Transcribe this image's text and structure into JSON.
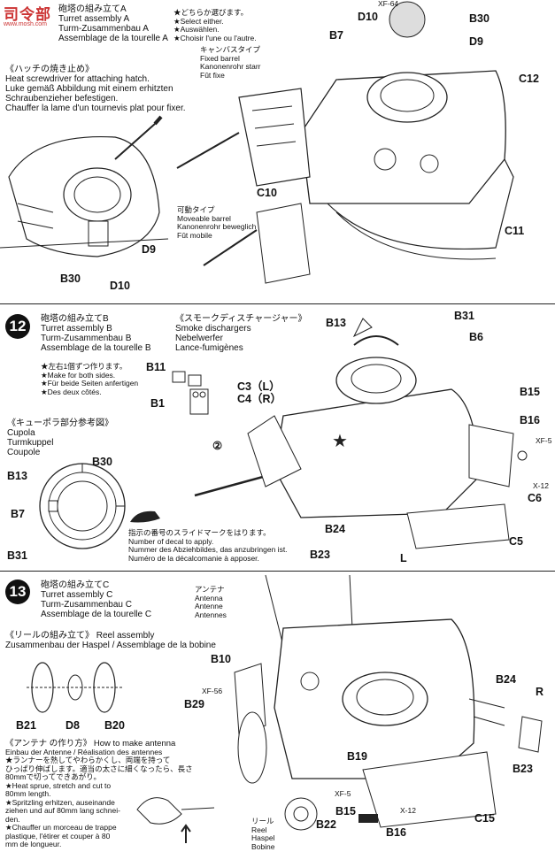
{
  "watermark": {
    "line1": "司令部",
    "line2": "www.mosh.com"
  },
  "step11": {
    "title_lines": [
      "砲塔の組み立てA",
      "Turret assembly A",
      "Turm-Zusammenbau A",
      "Assemblage de la tourelle A"
    ],
    "select_lines": [
      "★どちらか選びます。",
      "★Select either.",
      "★Auswählen.",
      "★Choisir l'une ou l'autre."
    ],
    "hatch_lines": [
      "《ハッチの焼き止め》",
      "Heat screwdriver for attaching hatch.",
      "Luke gemäß Abbildung mit einem erhitzten",
      "Schraubenzieher befestigen.",
      "Chauffer la lame d'un tournevis plat pour fixer."
    ],
    "fixed_lines": [
      "キャンバスタイプ",
      "Fixed barrel",
      "Kanonenrohr starr",
      "Fût fixe"
    ],
    "movable_lines": [
      "可動タイプ",
      "Moveable barrel",
      "Kanonenrohr beweglich",
      "Fût mobile"
    ],
    "parts": {
      "xf64": "XF-64",
      "d10": "D10",
      "b30": "B30",
      "b7": "B7",
      "d9": "D9",
      "c12": "C12",
      "c10": "C10",
      "c11": "C11",
      "d9b": "D9",
      "b30b": "B30",
      "d10b": "D10"
    }
  },
  "step12": {
    "number": "12",
    "title_lines": [
      "砲塔の組み立てB",
      "Turret assembly B",
      "Turm-Zusammenbau B",
      "Assemblage de la tourelle B"
    ],
    "make_lines": [
      "★左右1個ずつ作ります。",
      "★Make for both sides.",
      "★Für beide Seiten anfertigen",
      "★Des deux côtés."
    ],
    "smoke_lines": [
      "《スモークディスチャージャー》",
      "Smoke dischargers",
      "Nebelwerfer",
      "Lance-fumigènes"
    ],
    "cupola_lines": [
      "《キューポラ部分参考図》",
      "Cupola",
      "Turmkuppel",
      "Coupole"
    ],
    "decal_lines": [
      "指示の番号のスライドマークをはります。",
      "Number of decal to apply.",
      "Nummer des Abziehbildes, das anzubringen ist.",
      "Numéro de la décalcomanie à apposer."
    ],
    "parts": {
      "b13": "B13",
      "b31": "B31",
      "b6": "B6",
      "b11": "B11",
      "c3": "C3（L）",
      "c4": "C4（R）",
      "b1": "B1",
      "b15": "B15",
      "b16": "B16",
      "xf5": "XF-5",
      "x12": "X-12",
      "c6": "C6",
      "c5": "C5",
      "b24": "B24",
      "b23": "B23",
      "l": "L",
      "b30": "B30",
      "b13c": "B13",
      "b7c": "B7",
      "b31c": "B31",
      "decal": "②"
    }
  },
  "step13": {
    "number": "13",
    "title_lines": [
      "砲塔の組み立てC",
      "Turret assembly C",
      "Turm-Zusammenbau C",
      "Assemblage de la tourelle C"
    ],
    "antenna_lines": [
      "アンテナ",
      "Antenna",
      "Antenne",
      "Antennes"
    ],
    "reel_lines": [
      "《リールの組み立て》  Reel assembly",
      "Zusammenbau der Haspel / Assemblage de la bobine"
    ],
    "howto_lines": [
      "《アンテナ の作り方》  How to make antenna",
      "Einbau der Antenne / Réalisation des antennes",
      "★ランナーを熱してやわらかくし、両端を持って",
      "ひっぱり伸ばします。適当の太さに細くなったら、長さ",
      "80mmで切ってできあがり。",
      "★Heat sprue, stretch and cut to",
      "80mm length.",
      "★Spritzling erhitzen, auseinande",
      "ziehen und auf 80mm lang schnei-",
      "den.",
      "★Chauffer un morceau de trappe",
      "plastique, l'étirer et couper à 80",
      "mm de longueur."
    ],
    "reel_label_lines": [
      "リール",
      "Reel",
      "Haspel",
      "Bobine"
    ],
    "parts": {
      "b10": "B10",
      "xf56": "XF-56",
      "b29": "B29",
      "b24": "B24",
      "r": "R",
      "b21": "B21",
      "d8": "D8",
      "b20": "B20",
      "b19": "B19",
      "b23": "B23",
      "xf5": "XF-5",
      "b22": "B22",
      "b15": "B15",
      "x12": "X-12",
      "b16": "B16",
      "c15": "C15"
    }
  }
}
